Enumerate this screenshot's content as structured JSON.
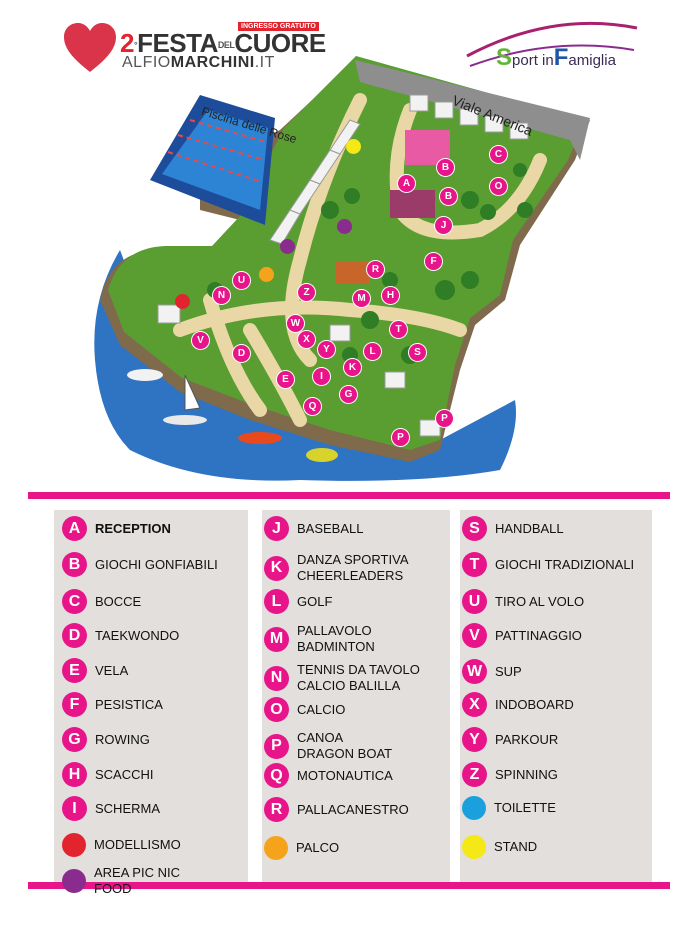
{
  "header": {
    "festa": {
      "number": "2",
      "sup": "°",
      "word1": "FESTA",
      "del": "DEL",
      "word2": "CUORE",
      "badge": "INGRESSO GRATUITO",
      "site_pre": "ALFIO",
      "site_bold": "MARCHINI",
      "site_post": ".IT"
    },
    "sport": {
      "s": "S",
      "port": "port",
      "in": "in",
      "f": "F",
      "amiglia": "amiglia"
    }
  },
  "map": {
    "labels": {
      "viale": "Viale America",
      "piscina": "Piscina delle Rose"
    },
    "colors": {
      "water": "#2f73c3",
      "grass": "#5a9e32",
      "path": "#e9d8a6",
      "pin": "#e8158a",
      "toilette": "#1aa1dd",
      "stand": "#f4e816",
      "modellismo": "#e2242e",
      "palco": "#f5a31a",
      "picnic": "#8a2c8e"
    },
    "pins": [
      {
        "l": "B"
      },
      {
        "l": "C"
      },
      {
        "l": "A"
      },
      {
        "l": "B"
      },
      {
        "l": "O"
      },
      {
        "l": "J"
      },
      {
        "l": "F"
      },
      {
        "l": "R"
      },
      {
        "l": "H"
      },
      {
        "l": "M"
      },
      {
        "l": "Z"
      },
      {
        "l": "U"
      },
      {
        "l": "N"
      },
      {
        "l": "W"
      },
      {
        "l": "X"
      },
      {
        "l": "Y"
      },
      {
        "l": "T"
      },
      {
        "l": "S"
      },
      {
        "l": "L"
      },
      {
        "l": "K"
      },
      {
        "l": "I"
      },
      {
        "l": "G"
      },
      {
        "l": "E"
      },
      {
        "l": "D"
      },
      {
        "l": "V"
      },
      {
        "l": "Q"
      },
      {
        "l": "P"
      },
      {
        "l": "P"
      }
    ]
  },
  "legend": {
    "col1": [
      {
        "badge": "A",
        "text": [
          "RECEPTION"
        ],
        "bold": true
      },
      {
        "badge": "B",
        "text": [
          "GIOCHI GONFIABILI"
        ]
      },
      {
        "badge": "C",
        "text": [
          "BOCCE"
        ]
      },
      {
        "badge": "D",
        "text": [
          "TAEKWONDO"
        ]
      },
      {
        "badge": "E",
        "text": [
          "VELA"
        ]
      },
      {
        "badge": "F",
        "text": [
          "PESISTICA"
        ]
      },
      {
        "badge": "G",
        "text": [
          "ROWING"
        ]
      },
      {
        "badge": "H",
        "text": [
          "SCACCHI"
        ]
      },
      {
        "badge": "I",
        "text": [
          "SCHERMA"
        ]
      },
      {
        "color": "#e2242e",
        "text": [
          "MODELLISMO"
        ]
      },
      {
        "color": "#8a2c8e",
        "text": [
          "AREA PIC NIC",
          "FOOD"
        ]
      }
    ],
    "col2": [
      {
        "badge": "J",
        "text": [
          "BASEBALL"
        ]
      },
      {
        "badge": "K",
        "text": [
          "DANZA SPORTIVA",
          "CHEERLEADERS"
        ]
      },
      {
        "badge": "L",
        "text": [
          "GOLF"
        ]
      },
      {
        "badge": "M",
        "text": [
          "PALLAVOLO",
          "BADMINTON"
        ]
      },
      {
        "badge": "N",
        "text": [
          "TENNIS DA TAVOLO",
          "CALCIO BALILLA"
        ]
      },
      {
        "badge": "O",
        "text": [
          "CALCIO"
        ]
      },
      {
        "badge": "P",
        "text": [
          "CANOA",
          "DRAGON BOAT"
        ]
      },
      {
        "badge": "Q",
        "text": [
          "MOTONAUTICA"
        ]
      },
      {
        "badge": "R",
        "text": [
          "PALLACANESTRO"
        ]
      },
      {
        "color": "#f5a31a",
        "text": [
          "PALCO"
        ]
      }
    ],
    "col3": [
      {
        "badge": "S",
        "text": [
          "HANDBALL"
        ]
      },
      {
        "badge": "T",
        "text": [
          "GIOCHI TRADIZIONALI"
        ]
      },
      {
        "badge": "U",
        "text": [
          "TIRO AL VOLO"
        ]
      },
      {
        "badge": "V",
        "text": [
          "PATTINAGGIO"
        ]
      },
      {
        "badge": "W",
        "text": [
          "SUP"
        ]
      },
      {
        "badge": "X",
        "text": [
          "INDOBOARD"
        ]
      },
      {
        "badge": "Y",
        "text": [
          "PARKOUR"
        ]
      },
      {
        "badge": "Z",
        "text": [
          "SPINNING"
        ]
      },
      {
        "color": "#1aa1dd",
        "text": [
          "TOILETTE"
        ]
      },
      {
        "color": "#f4e816",
        "text": [
          "STAND"
        ]
      }
    ]
  }
}
